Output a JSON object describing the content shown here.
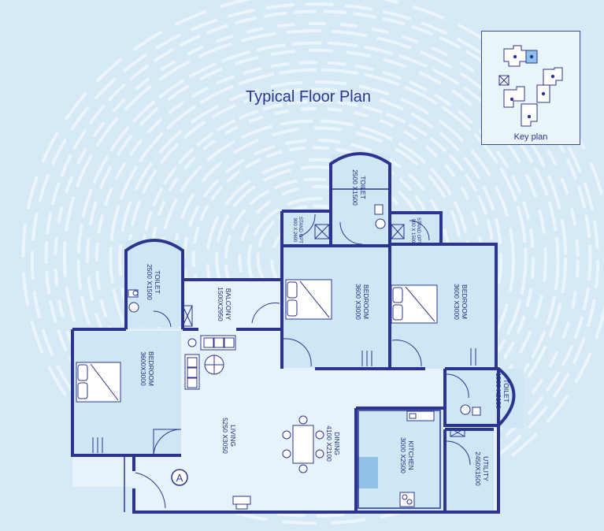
{
  "header": {
    "title": "Typical Floor Plan"
  },
  "key_plan": {
    "label": "Key plan"
  },
  "rooms": [
    {
      "name": "TOILET",
      "size": "2500 X1500"
    },
    {
      "name": "STAND OPT",
      "size": "900 X 2600"
    },
    {
      "name": "STAND OPT",
      "size": "900 X 1500"
    },
    {
      "name": "TOILET",
      "size": "2500 X1500"
    },
    {
      "name": "BALCONY",
      "size": "1500X2950"
    },
    {
      "name": "BEDROOM",
      "size": "3600 X3000"
    },
    {
      "name": "BEDROOM",
      "size": "3600 X3000"
    },
    {
      "name": "BEDROOM",
      "size": "3600X3000"
    },
    {
      "name": "LIVING",
      "size": "5250 X3050"
    },
    {
      "name": "DINING",
      "size": "4100 X2100"
    },
    {
      "name": "KITCHEN",
      "size": "3000 X2500"
    },
    {
      "name": "TOILET",
      "size": "1500 X2150"
    },
    {
      "name": "UTILITY",
      "size": "2450X1500"
    }
  ],
  "entrance_marker": "A",
  "colors": {
    "wall": "#2b3590",
    "room_fill": "#cfe6f5",
    "floor_fill": "#e6f3fb",
    "background": "#d6e9f6",
    "highlight": "#8fc2e6"
  }
}
